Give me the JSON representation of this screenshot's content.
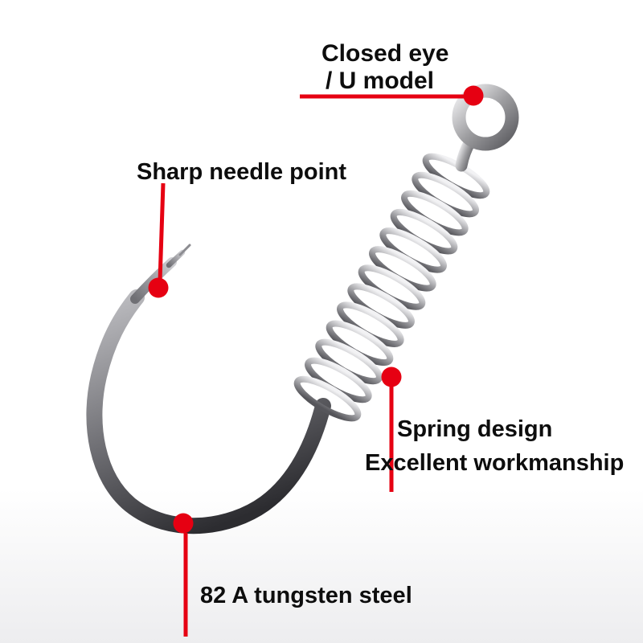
{
  "image": {
    "type": "annotated product illustration",
    "subject": "spring-shank fishing hook"
  },
  "annotations": {
    "closed_eye_line1": "Closed eye",
    "closed_eye_line2": "/ U model",
    "needle_point": "Sharp needle point",
    "spring_line1": "Spring design",
    "spring_line2": "Excellent workmanship",
    "steel": "82 A tungsten steel"
  },
  "colors": {
    "accent_red": "#e60012",
    "text": "#0d0d0d",
    "background": "#ffffff",
    "metal_light": "#f2f2f2",
    "metal_dark": "#2c2c30"
  }
}
